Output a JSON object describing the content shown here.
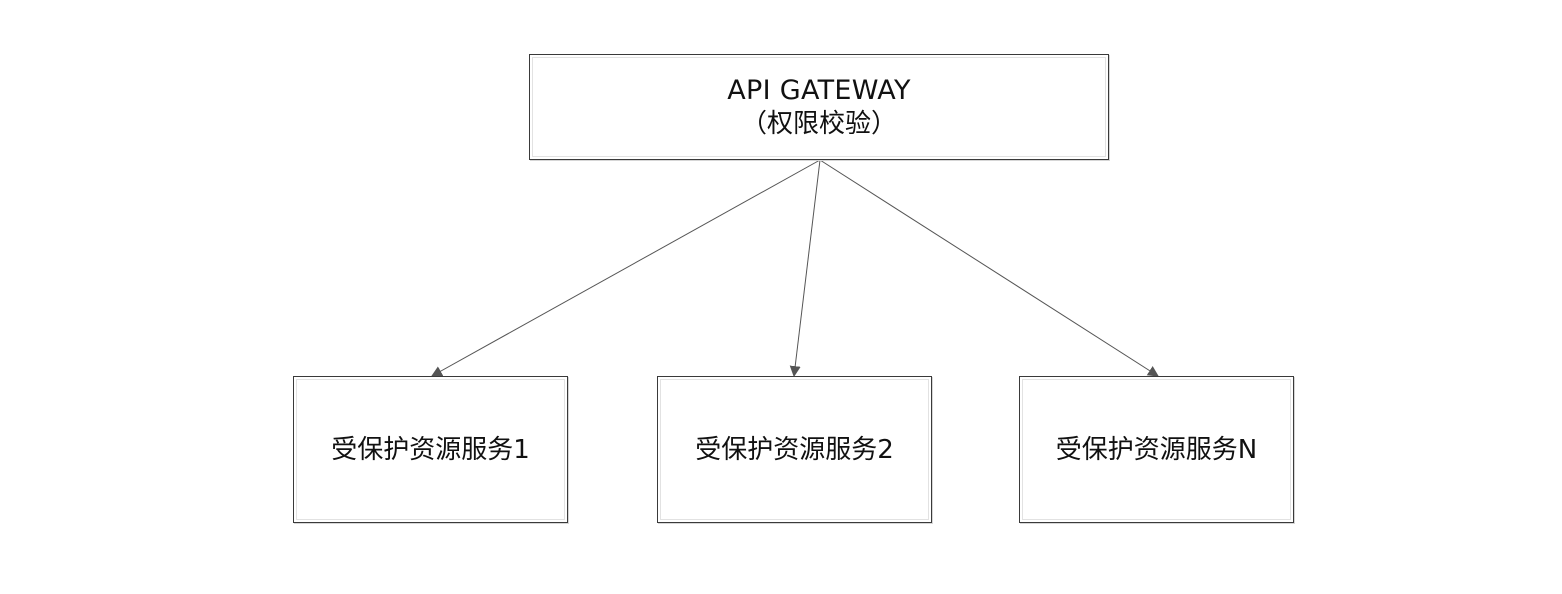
{
  "gateway": {
    "title": "API GATEWAY",
    "subtitle": "（权限校验）"
  },
  "services": [
    {
      "label": "受保护资源服务1"
    },
    {
      "label": "受保护资源服务2"
    },
    {
      "label": "受保护资源服务N"
    }
  ],
  "colors": {
    "border": "#3a3a3a",
    "arrow": "#555555",
    "background": "#ffffff"
  }
}
